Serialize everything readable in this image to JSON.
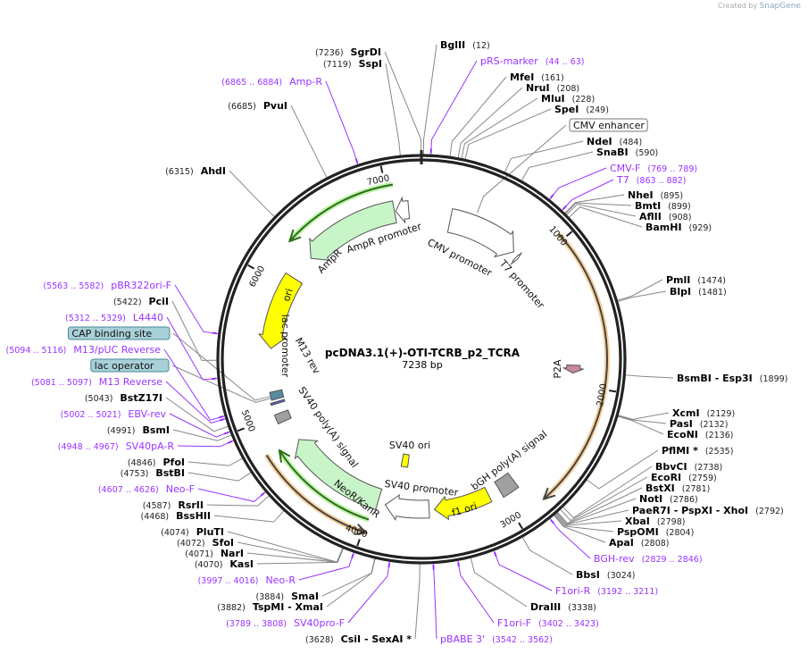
{
  "credit": {
    "prefix": "Created by",
    "brand": "SnapGene"
  },
  "plasmid": {
    "name": "pcDNA3.1(+)-OTI-TCRB_p2_TCRA",
    "length_label": "7238 bp",
    "length_bp": 7238
  },
  "ticks": [
    "1000",
    "2000",
    "3000",
    "4000",
    "5000",
    "6000",
    "7000"
  ],
  "colors": {
    "primer": "#9933ff",
    "ring": "#222222",
    "insert": "#f5c27a",
    "feature_green": "#c8f5c8",
    "ori_yellow": "#ffff00",
    "gray_box": "#a0a0a0",
    "p2a": "#c9879c",
    "boxed_label": "#a8d0d8"
  },
  "labels": [
    {
      "name": "BglII",
      "pos": "(12)",
      "kind": "enzyme"
    },
    {
      "name": "pRS-marker",
      "pos": "(44 .. 63)",
      "kind": "primer"
    },
    {
      "name": "MfeI",
      "pos": "(161)",
      "kind": "enzyme"
    },
    {
      "name": "NruI",
      "pos": "(208)",
      "kind": "enzyme"
    },
    {
      "name": "MluI",
      "pos": "(228)",
      "kind": "enzyme"
    },
    {
      "name": "SpeI",
      "pos": "(249)",
      "kind": "enzyme"
    },
    {
      "name": "CMV enhancer",
      "pos": "",
      "kind": "feature"
    },
    {
      "name": "NdeI",
      "pos": "(484)",
      "kind": "enzyme"
    },
    {
      "name": "SnaBI",
      "pos": "(590)",
      "kind": "enzyme"
    },
    {
      "name": "CMV-F",
      "pos": "(769 .. 789)",
      "kind": "primer"
    },
    {
      "name": "T7",
      "pos": "(863 .. 882)",
      "kind": "primer"
    },
    {
      "name": "NheI",
      "pos": "(895)",
      "kind": "enzyme"
    },
    {
      "name": "BmtI",
      "pos": "(899)",
      "kind": "enzyme"
    },
    {
      "name": "AflII",
      "pos": "(908)",
      "kind": "enzyme"
    },
    {
      "name": "BamHI",
      "pos": "(929)",
      "kind": "enzyme"
    },
    {
      "name": "PmlI",
      "pos": "(1474)",
      "kind": "enzyme"
    },
    {
      "name": "BlpI",
      "pos": "(1481)",
      "kind": "enzyme"
    },
    {
      "name": "BsmBI  - Esp3I",
      "pos": "(1899)",
      "kind": "enzyme"
    },
    {
      "name": "XcmI",
      "pos": "(2129)",
      "kind": "enzyme"
    },
    {
      "name": "PasI",
      "pos": "(2132)",
      "kind": "enzyme"
    },
    {
      "name": "EcoNI",
      "pos": "(2136)",
      "kind": "enzyme"
    },
    {
      "name": "PflMI *",
      "pos": "(2535)",
      "kind": "enzyme"
    },
    {
      "name": "BbvCI",
      "pos": "(2738)",
      "kind": "enzyme"
    },
    {
      "name": "EcoRI",
      "pos": "(2759)",
      "kind": "enzyme"
    },
    {
      "name": "BstXI",
      "pos": "(2781)",
      "kind": "enzyme"
    },
    {
      "name": "NotI",
      "pos": "(2786)",
      "kind": "enzyme"
    },
    {
      "name": "PaeR7I  - PspXI  - XhoI",
      "pos": "(2792)",
      "kind": "enzyme"
    },
    {
      "name": "XbaI",
      "pos": "(2798)",
      "kind": "enzyme"
    },
    {
      "name": "PspOMI",
      "pos": "(2804)",
      "kind": "enzyme"
    },
    {
      "name": "ApaI",
      "pos": "(2808)",
      "kind": "enzyme"
    },
    {
      "name": "BGH-rev",
      "pos": "(2829 .. 2846)",
      "kind": "primer"
    },
    {
      "name": "BbsI",
      "pos": "(3024)",
      "kind": "enzyme"
    },
    {
      "name": "F1ori-R",
      "pos": "(3192 .. 3211)",
      "kind": "primer"
    },
    {
      "name": "DraIII",
      "pos": "(3338)",
      "kind": "enzyme"
    },
    {
      "name": "F1ori-F",
      "pos": "(3402 .. 3423)",
      "kind": "primer"
    },
    {
      "name": "pBABE 3'",
      "pos": "(3542 .. 3562)",
      "kind": "primer"
    },
    {
      "name": "CsiI  - SexAI *",
      "pos": "(3628)",
      "kind": "enzyme"
    },
    {
      "name": "SV40pro-F",
      "pos": "(3789 .. 3808)",
      "kind": "primer"
    },
    {
      "name": "TspMI  - XmaI",
      "pos": "(3882)",
      "kind": "enzyme"
    },
    {
      "name": "SmaI",
      "pos": "(3884)",
      "kind": "enzyme"
    },
    {
      "name": "Neo-R",
      "pos": "(3997 .. 4016)",
      "kind": "primer"
    },
    {
      "name": "KasI",
      "pos": "(4070)",
      "kind": "enzyme"
    },
    {
      "name": "NarI",
      "pos": "(4071)",
      "kind": "enzyme"
    },
    {
      "name": "SfoI",
      "pos": "(4072)",
      "kind": "enzyme"
    },
    {
      "name": "PluTI",
      "pos": "(4074)",
      "kind": "enzyme"
    },
    {
      "name": "BssHII",
      "pos": "(4468)",
      "kind": "enzyme"
    },
    {
      "name": "RsrII",
      "pos": "(4587)",
      "kind": "enzyme"
    },
    {
      "name": "Neo-F",
      "pos": "(4607 .. 4626)",
      "kind": "primer"
    },
    {
      "name": "BstBI",
      "pos": "(4753)",
      "kind": "enzyme"
    },
    {
      "name": "PfoI",
      "pos": "(4846)",
      "kind": "enzyme"
    },
    {
      "name": "SV40pA-R",
      "pos": "(4948 .. 4967)",
      "kind": "primer"
    },
    {
      "name": "BsmI",
      "pos": "(4991)",
      "kind": "enzyme"
    },
    {
      "name": "EBV-rev",
      "pos": "(5002 .. 5021)",
      "kind": "primer"
    },
    {
      "name": "BstZ17I",
      "pos": "(5043)",
      "kind": "enzyme"
    },
    {
      "name": "M13 Reverse",
      "pos": "(5081 .. 5097)",
      "kind": "primer"
    },
    {
      "name": "lac operator",
      "pos": "",
      "kind": "feature"
    },
    {
      "name": "M13/pUC Reverse",
      "pos": "(5094 .. 5116)",
      "kind": "primer"
    },
    {
      "name": "CAP binding site",
      "pos": "",
      "kind": "feature"
    },
    {
      "name": "L4440",
      "pos": "(5312 .. 5329)",
      "kind": "primer"
    },
    {
      "name": "PciI",
      "pos": "(5422)",
      "kind": "enzyme"
    },
    {
      "name": "pBR322ori-F",
      "pos": "(5563 .. 5582)",
      "kind": "primer"
    },
    {
      "name": "AhdI",
      "pos": "(6315)",
      "kind": "enzyme"
    },
    {
      "name": "PvuI",
      "pos": "(6685)",
      "kind": "enzyme"
    },
    {
      "name": "Amp-R",
      "pos": "(6865 .. 6884)",
      "kind": "primer"
    },
    {
      "name": "SspI",
      "pos": "(7119)",
      "kind": "enzyme"
    },
    {
      "name": "SgrDI",
      "pos": "(7236)",
      "kind": "enzyme"
    }
  ],
  "features": [
    {
      "label": "CMV promoter",
      "from": 235,
      "to": 818,
      "shape": "arrow",
      "color": "#ffffff"
    },
    {
      "label": "T7 promoter",
      "from": 863,
      "to": 882,
      "shape": "arrow",
      "color": "#ffffff"
    },
    {
      "label": "",
      "from": 960,
      "to": 2790,
      "shape": "line-arrow",
      "color": "#f5c27a"
    },
    {
      "label": "P2A",
      "from": 1855,
      "to": 1915,
      "shape": "arrow",
      "color": "#c9879c"
    },
    {
      "label": "bGH poly(A) signal",
      "from": 2870,
      "to": 3000,
      "shape": "box",
      "color": "#a0a0a0"
    },
    {
      "label": "f1 ori",
      "from": 3090,
      "to": 3520,
      "shape": "arrow",
      "color": "#ffff00"
    },
    {
      "label": "SV40 promoter",
      "from": 3560,
      "to": 3900,
      "shape": "arrow",
      "color": "#ffffff"
    },
    {
      "label": "SV40 ori",
      "from": 3765,
      "to": 3835,
      "shape": "box",
      "color": "#ffff00"
    },
    {
      "label": "NeoR/KanR",
      "from": 3960,
      "to": 4760,
      "shape": "arrow",
      "color": "#c8f5c8"
    },
    {
      "label": "",
      "from": 4790,
      "to": 3975,
      "shape": "line-arrow",
      "color": "#f5c27a"
    },
    {
      "label": "",
      "from": 3985,
      "to": 4770,
      "shape": "line-arrow",
      "color": "#a6f08a"
    },
    {
      "label": "SV40 poly(A) signal",
      "from": 4940,
      "to": 5010,
      "shape": "box",
      "color": "#a0a0a0"
    },
    {
      "label": "M13 rev",
      "from": 5085,
      "to": 5100,
      "shape": "box",
      "color": "#5a5acc"
    },
    {
      "label": "lac promoter",
      "from": 5120,
      "to": 5180,
      "shape": "box",
      "color": "#5a8aa0"
    },
    {
      "label": "ori",
      "from": 6080,
      "to": 5510,
      "shape": "arrow",
      "color": "#ffff00"
    },
    {
      "label": "AmpR",
      "from": 7030,
      "to": 6280,
      "shape": "arrow",
      "color": "#c8f5c8"
    },
    {
      "label": "",
      "from": 7050,
      "to": 6270,
      "shape": "line-arrow",
      "color": "#a6f08a"
    },
    {
      "label": "AmpR promoter",
      "from": 7140,
      "to": 7040,
      "shape": "arrow",
      "color": "#ffffff"
    }
  ]
}
